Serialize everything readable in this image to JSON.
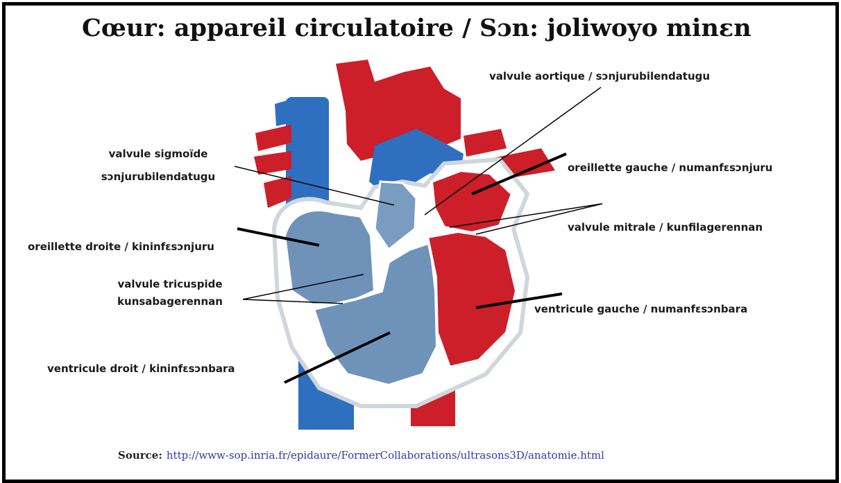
{
  "title": "Cœur: appareil circulatoire / Sɔn: joliwoyo minɛn",
  "labels": {
    "aortic_valve": "valvule aortique / sɔnjurubilendatugu",
    "sigmoid_valve_line1": "valvule sigmoïde",
    "sigmoid_valve_line2": "sɔnjurubilendatugu",
    "left_atrium": "oreillette gauche / numanfɛsɔnjuru",
    "mitral_valve": "valvule mitrale / kunfilagerennan",
    "right_atrium": "oreillette droite /  kininfɛsɔnjuru",
    "tricuspid_valve_line1": "valvule tricuspide",
    "tricuspid_valve_line2": "kunsabagerennan",
    "left_ventricle": "ventricule gauche / numanfɛsɔnbara",
    "right_ventricle": "ventricule droit /  kininfɛsɔnbara"
  },
  "source": {
    "label": "Source:",
    "url": "http://www-sop.inria.fr/epidaure/FormerCollaborations/ultrasons3D/anatomie.html"
  },
  "colors": {
    "oxygenated": "#cc1f2a",
    "deoxygenated": "#2f6fc0",
    "chamber_blue": "#6f93b8",
    "link": "#2b3bb0",
    "frame": "#000000"
  }
}
